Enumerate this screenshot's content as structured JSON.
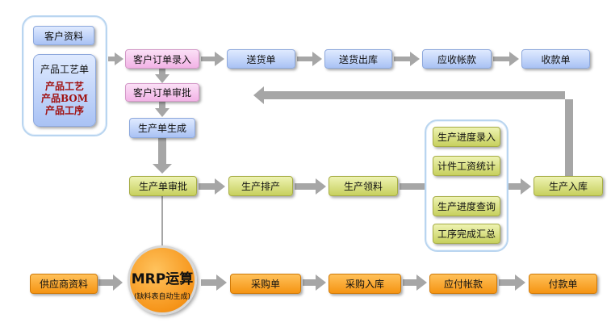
{
  "customer_info": "客户资料",
  "product_craft": {
    "title": "产品工艺单",
    "items": [
      "产品工艺",
      "产品BOM",
      "产品工序"
    ]
  },
  "sales_flow": [
    "客户订单录入",
    "送货单",
    "送货出库",
    "应收帐款",
    "收款单"
  ],
  "order_review": "客户订单审批",
  "production_order": "生产单生成",
  "production_flow": [
    "生产单审批",
    "生产排产",
    "生产领料",
    "生产入库"
  ],
  "progress_group": [
    "生产进度录入",
    "计件工资统计",
    "生产进度查询",
    "工序完成汇总"
  ],
  "mrp": {
    "title": "MRP运算",
    "subtitle": "(缺料表自动生成)"
  },
  "purchase_flow": [
    "供应商资料",
    "采购单",
    "采购入库",
    "应付帐款",
    "付款单"
  ],
  "colors": {
    "arrow": "#a6a6a6",
    "blue_node": "#a9c2f4",
    "pink_node": "#f2b3e6",
    "olive_node": "#c7d05e",
    "orange_node": "#f59412",
    "craft_text": "#a01010"
  }
}
